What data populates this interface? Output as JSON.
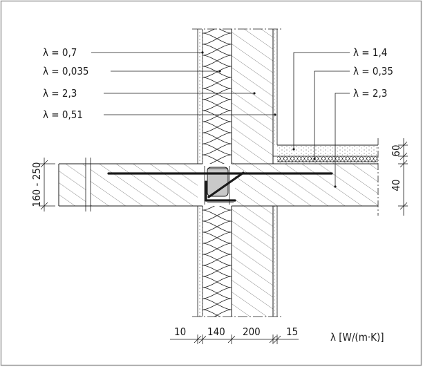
{
  "left_labels": [
    "λ = 0,7",
    "λ = 0,035",
    "λ = 2,3",
    "λ = 0,51"
  ],
  "right_labels": [
    "λ = 1,4",
    "λ = 0,35",
    "λ = 2,3"
  ],
  "bottom_dims": [
    "10",
    "140",
    "200",
    "15"
  ],
  "right_dims": [
    "60",
    "40"
  ],
  "left_dim": "160 - 250",
  "unit_label": "λ [W/(m·K)]"
}
